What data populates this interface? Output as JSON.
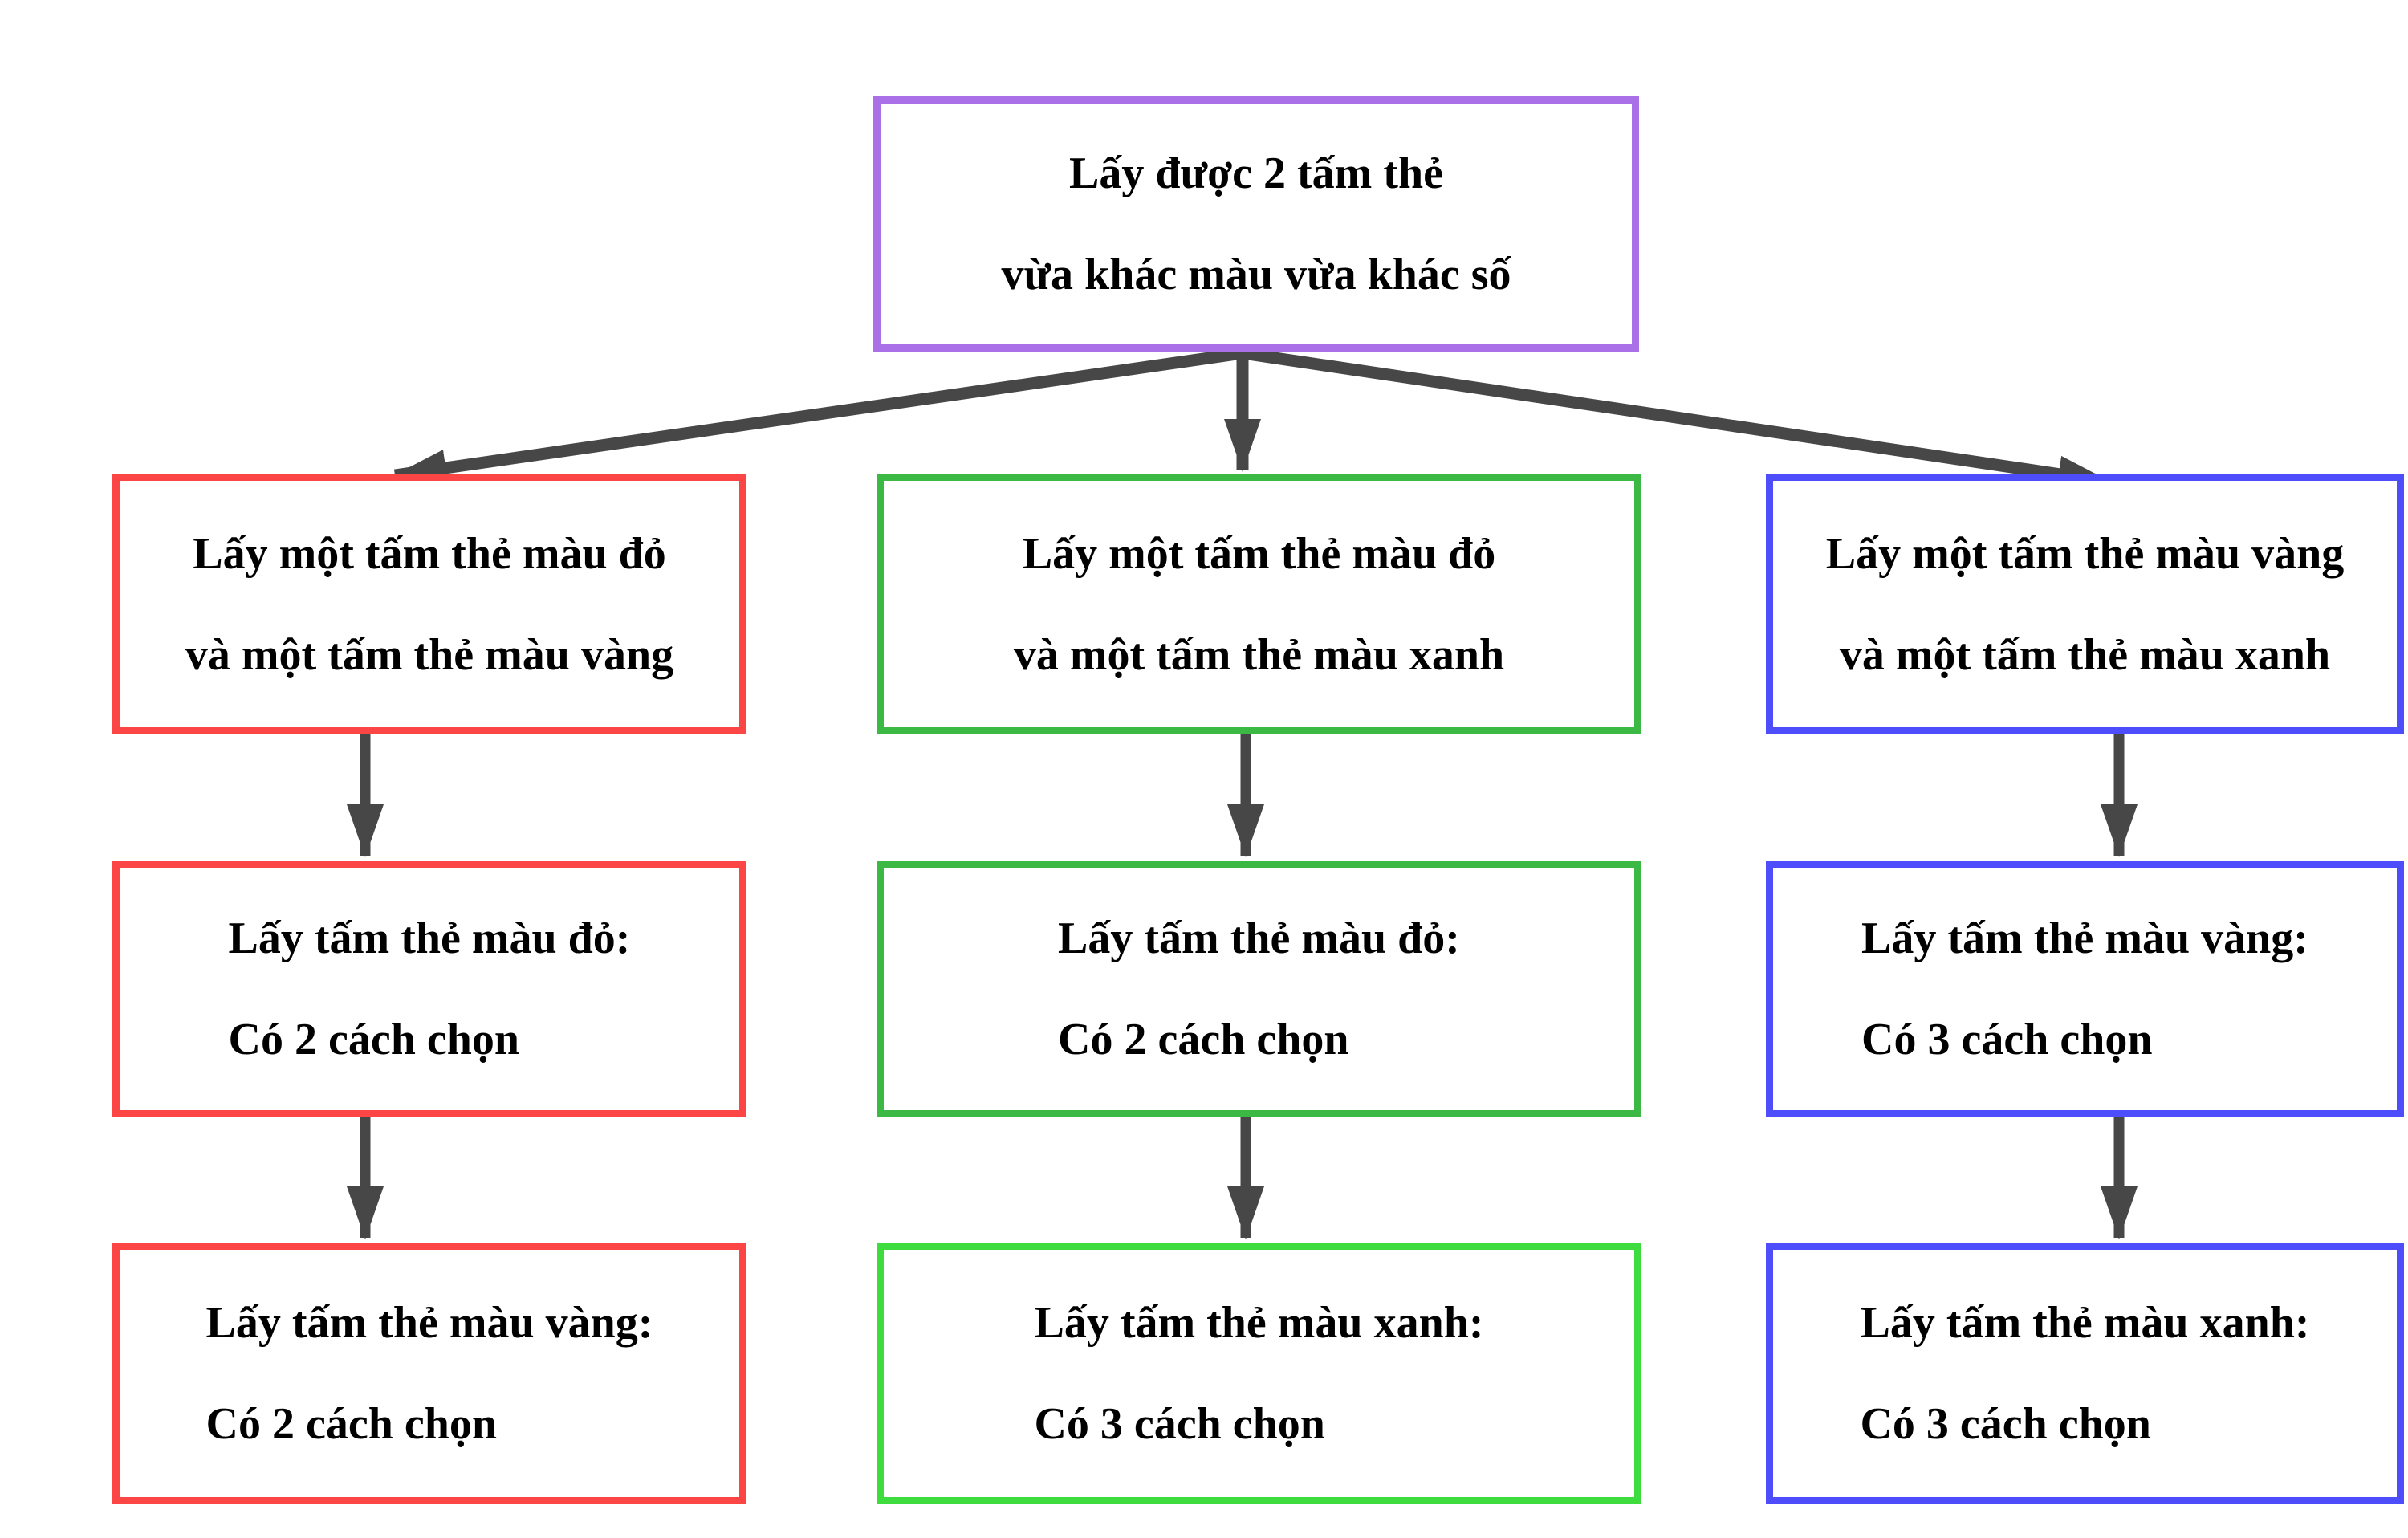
{
  "colors": {
    "purple": "#a970e8",
    "red": "#fc4646",
    "green": "#3cb944",
    "green_bright": "#3fdc3f",
    "blue": "#4d4dfc",
    "arrow": "#474747",
    "text": "#000000",
    "background": "#ffffff"
  },
  "root_box": {
    "line1": "Lấy được 2 tấm thẻ",
    "line2": "vừa khác màu vừa khác số"
  },
  "columns": [
    {
      "name": "red-and-yellow",
      "pair_box": {
        "line1": "Lấy một tấm thẻ màu đỏ",
        "line2": "và một tấm thẻ màu vàng"
      },
      "step1_box": {
        "line1": "Lấy tấm thẻ màu đỏ:",
        "line2": "Có 2 cách chọn"
      },
      "step2_box": {
        "line1": "Lấy tấm thẻ màu vàng:",
        "line2": "Có 2 cách chọn"
      }
    },
    {
      "name": "red-and-green",
      "pair_box": {
        "line1": "Lấy một tấm thẻ màu đỏ",
        "line2": "và một tấm thẻ màu xanh"
      },
      "step1_box": {
        "line1": "Lấy tấm thẻ màu đỏ:",
        "line2": "Có 2 cách chọn"
      },
      "step2_box": {
        "line1": "Lấy tấm thẻ màu xanh:",
        "line2": "Có 3 cách chọn"
      }
    },
    {
      "name": "yellow-and-green",
      "pair_box": {
        "line1": "Lấy một tấm thẻ màu vàng",
        "line2": "và một tấm thẻ màu xanh"
      },
      "step1_box": {
        "line1": "Lấy tấm thẻ màu vàng:",
        "line2": "Có 3 cách chọn"
      },
      "step2_box": {
        "line1": "Lấy tấm thẻ màu xanh:",
        "line2": "Có 3 cách chọn"
      }
    }
  ]
}
